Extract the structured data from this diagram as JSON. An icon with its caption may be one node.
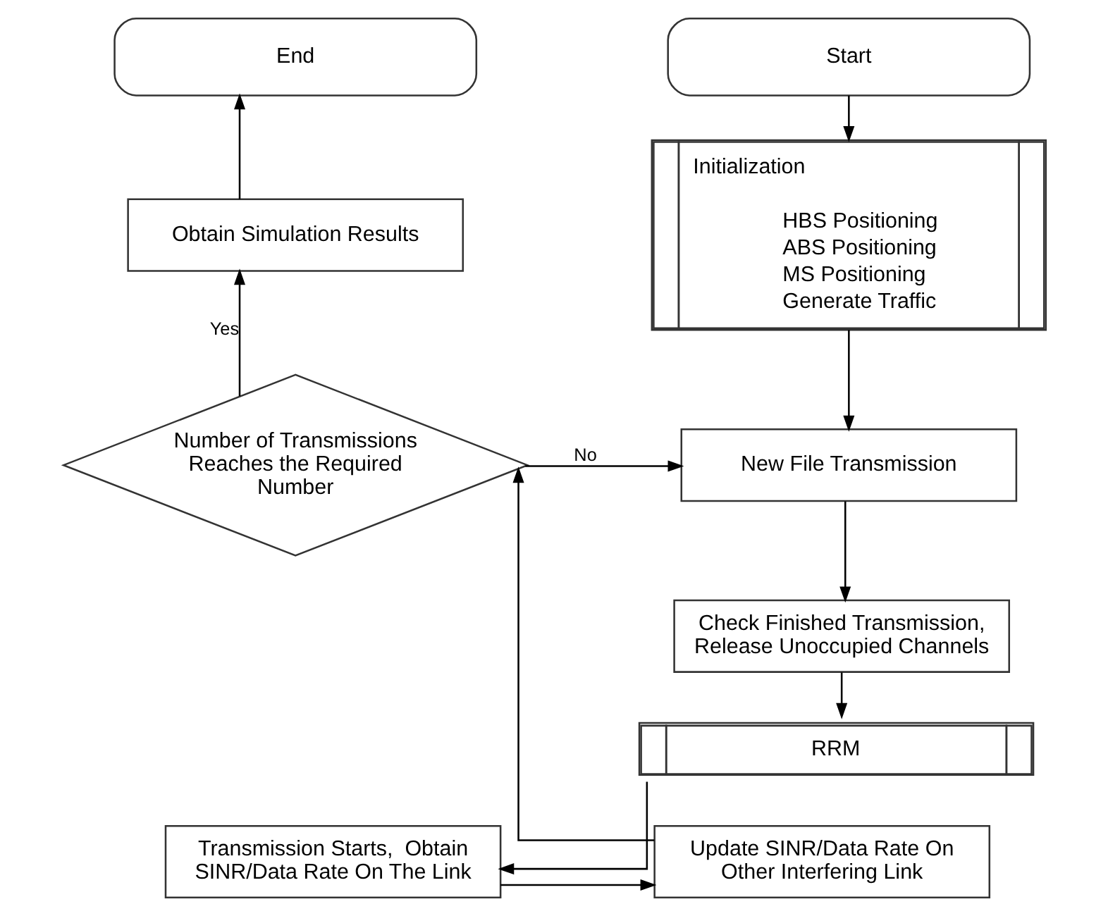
{
  "diagram": {
    "nodes": [
      {
        "text": [
          "Start"
        ]
      },
      {
        "text": [
          "Initialization",
          "HBS Positioning",
          "ABS Positioning",
          "MS Positioning",
          "Generate Traffic"
        ]
      },
      {
        "text": [
          "New File Transmission"
        ]
      },
      {
        "text": [
          "Check Finished Transmission, Release Unoccupied Channels"
        ]
      },
      {
        "text": [
          "RRM"
        ]
      },
      {
        "text": [
          "Transmission Starts,  Obtain SINR/Data Rate On The Link"
        ]
      },
      {
        "text": [
          "Update SINR/Data Rate On Other Interfering Link"
        ]
      },
      {
        "text": [
          "Number of Transmissions Reaches the Required Number"
        ]
      },
      {
        "text": [
          "Obtain Simulation Results"
        ]
      },
      {
        "text": [
          "End"
        ]
      }
    ],
    "edges": [
      {
        "from": 0,
        "to": 1,
        "arrow": "to"
      },
      {
        "from": 1,
        "to": 2,
        "arrow": "to"
      },
      {
        "from": 2,
        "to": 3,
        "arrow": "to"
      },
      {
        "from": 3,
        "to": 4,
        "arrow": "to"
      },
      {
        "from": 4,
        "to": 5,
        "arrow": "to"
      },
      {
        "from": 5,
        "to": 6,
        "arrow": "to"
      },
      {
        "from": 6,
        "to": 7,
        "arrow": "to"
      },
      {
        "from": 7,
        "to": 2,
        "arrow": "to",
        "label": "No"
      },
      {
        "from": 7,
        "to": 8,
        "arrow": "to",
        "label": "Yes"
      },
      {
        "from": 8,
        "to": 9,
        "arrow": "to"
      }
    ]
  }
}
